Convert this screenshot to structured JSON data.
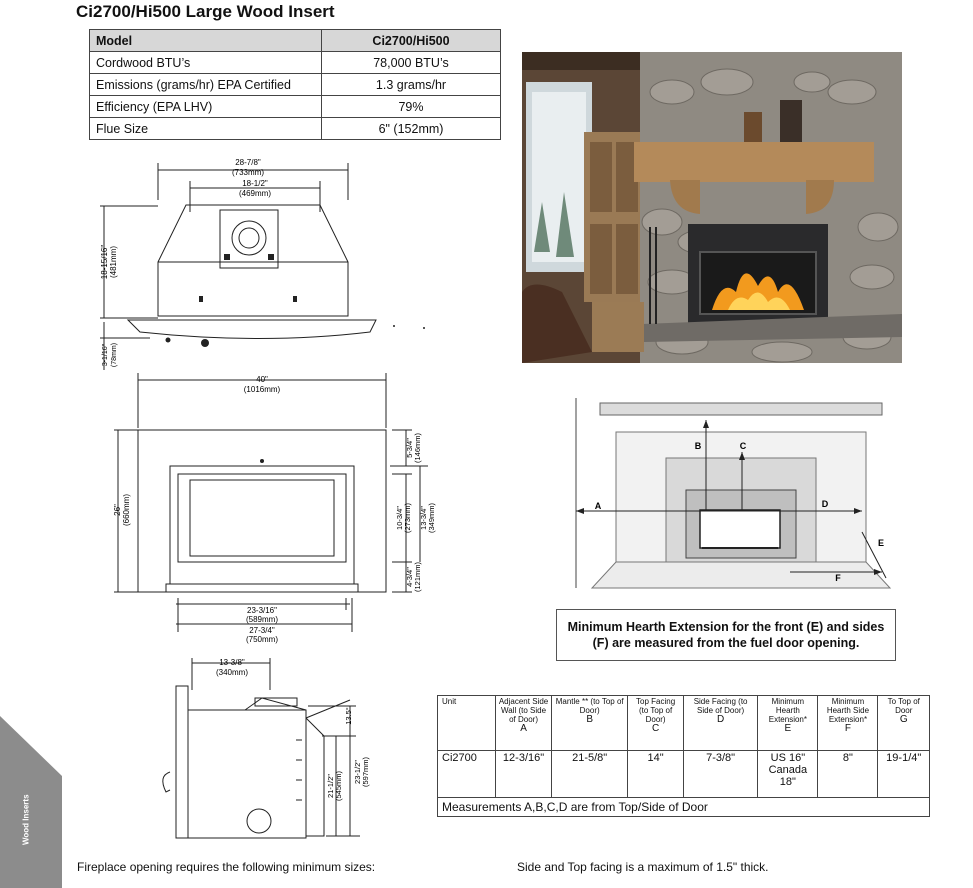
{
  "title": "Ci2700/Hi500 Large Wood Insert",
  "spec_table": {
    "header": [
      "Model",
      "Ci2700/Hi500"
    ],
    "rows": [
      [
        "Cordwood BTU’s",
        "78,000 BTU’s"
      ],
      [
        "Emissions (grams/hr) EPA Certified",
        "1.3 grams/hr"
      ],
      [
        "Efficiency (EPA LHV)",
        "79%"
      ],
      [
        "Flue Size",
        "6\" (152mm)"
      ]
    ]
  },
  "top_view": {
    "overall_width": "28-7/8\"",
    "overall_width_mm": "(733mm)",
    "collar_width": "18-1/2\"",
    "collar_width_mm": "(469mm)",
    "height": "18-15/16\"",
    "height_mm": "(481mm)",
    "base": "3-1/16\"",
    "base_mm": "(78mm)"
  },
  "front_view": {
    "width": "40\"",
    "width_mm": "(1016mm)",
    "height": "26\"",
    "height_mm": "(660mm)",
    "top_gap": "5-3/4\"",
    "top_gap_mm": "(146mm)",
    "door_h1": "10-3/4\"",
    "door_h1_mm": "(273mm)",
    "door_h2": "13-3/4\"",
    "door_h2_mm": "(349mm)",
    "bottom_gap": "4-3/4\"",
    "bottom_gap_mm": "(121mm)",
    "opening_w1": "23-3/16\"",
    "opening_w1_mm": "(589mm)",
    "opening_w2": "27-3/4\"",
    "opening_w2_mm": "(750mm)"
  },
  "side_view": {
    "depth": "13-3/8\"",
    "depth_mm": "(340mm)",
    "angle": "13.5°",
    "h1": "21-1/2\"",
    "h1_mm": "(545mm)",
    "h2": "23-1/2\"",
    "h2_mm": "(597mm)"
  },
  "clearance_diagram": {
    "labels": [
      "A",
      "B",
      "C",
      "D",
      "E",
      "F"
    ]
  },
  "hearth_note": {
    "line1": "Minimum Hearth Extension for the front (E) and sides",
    "line2": "(F) are measured from the fuel door opening."
  },
  "clearance_table": {
    "headers": [
      {
        "name": "Unit",
        "letter": ""
      },
      {
        "name": "Adjacent Side Wall (to Side of Door)",
        "letter": "A"
      },
      {
        "name": "Mantle ** (to Top of Door)",
        "letter": "B"
      },
      {
        "name": "Top Facing (to Top of Door)",
        "letter": "C"
      },
      {
        "name": "Side Facing (to Side of Door)",
        "letter": "D"
      },
      {
        "name": "Minimum Hearth Extension*",
        "letter": "E"
      },
      {
        "name": "Minimum Hearth Side Extension*",
        "letter": "F"
      },
      {
        "name": "To Top of Door",
        "letter": "G"
      }
    ],
    "row": [
      "Ci2700",
      "12-3/16\"",
      "21-5/8\"",
      "14\"",
      "7-3/8\"",
      "US 16\" Canada 18\"",
      "8\"",
      "19-1/4\""
    ],
    "footnote": "Measurements A,B,C,D are from Top/Side of Door"
  },
  "side_tab": "Wood Inserts",
  "bottom_notes": {
    "left": "Fireplace opening requires the following minimum sizes:",
    "right": "Side and Top facing is a maximum of 1.5\" thick."
  },
  "colors": {
    "tab_gray": "#8c8c8c",
    "header_gray": "#d7d7d7",
    "stone": "#8f8a82",
    "mantel_wood": "#b48a5a",
    "fire": "#f29a1e"
  }
}
